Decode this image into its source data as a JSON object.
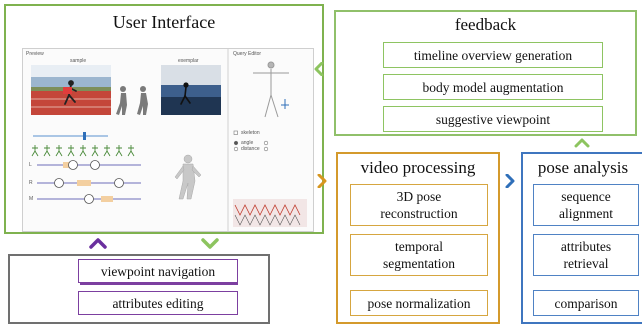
{
  "panels": {
    "user_interface": {
      "title": "User Interface",
      "screenshot": {
        "preview_label": "Preview",
        "sample_label": "sample",
        "exemplar_label": "exemplar",
        "query_editor_label": "Query Editor",
        "options": [
          "skeleton",
          "angle",
          "distance"
        ],
        "track_labels": [
          "L",
          "R",
          "M"
        ]
      }
    },
    "feedback": {
      "title": "feedback",
      "items": [
        "timeline overview generation",
        "body model augmentation",
        "suggestive viewpoint"
      ]
    },
    "video_processing": {
      "title": "video processing",
      "items": [
        "3D pose\nreconstruction",
        "temporal\nsegmentation",
        "pose normalization"
      ]
    },
    "pose_analysis": {
      "title": "pose analysis",
      "items": [
        "sequence\nalignment",
        "attributes\nretrieval",
        "comparison"
      ]
    },
    "interaction": {
      "title": "Interaction",
      "items": [
        "viewpoint navigation",
        "attributes editing"
      ]
    }
  },
  "colors": {
    "ui_border": "#7fb24f",
    "feedback_border": "#90c06a",
    "video_border": "#d49a2c",
    "pose_border": "#3f76bf",
    "interaction_border": "#707070",
    "interaction_item_border": "#7c3fa0",
    "arrow_green": "#8dc45f",
    "arrow_purple": "#6a2f9e",
    "arrow_orange": "#d7961f",
    "arrow_blue": "#2f6fb9"
  },
  "icons": {
    "feedback_to_ui": "chevron-left-icon",
    "feedback_up": "chevron-up-icon",
    "video_to_pose": "chevron-right-icon",
    "ui_to_video": "chevron-right-icon",
    "interaction_to_ui": "chevron-up-icon",
    "ui_to_interaction": "chevron-down-icon"
  }
}
